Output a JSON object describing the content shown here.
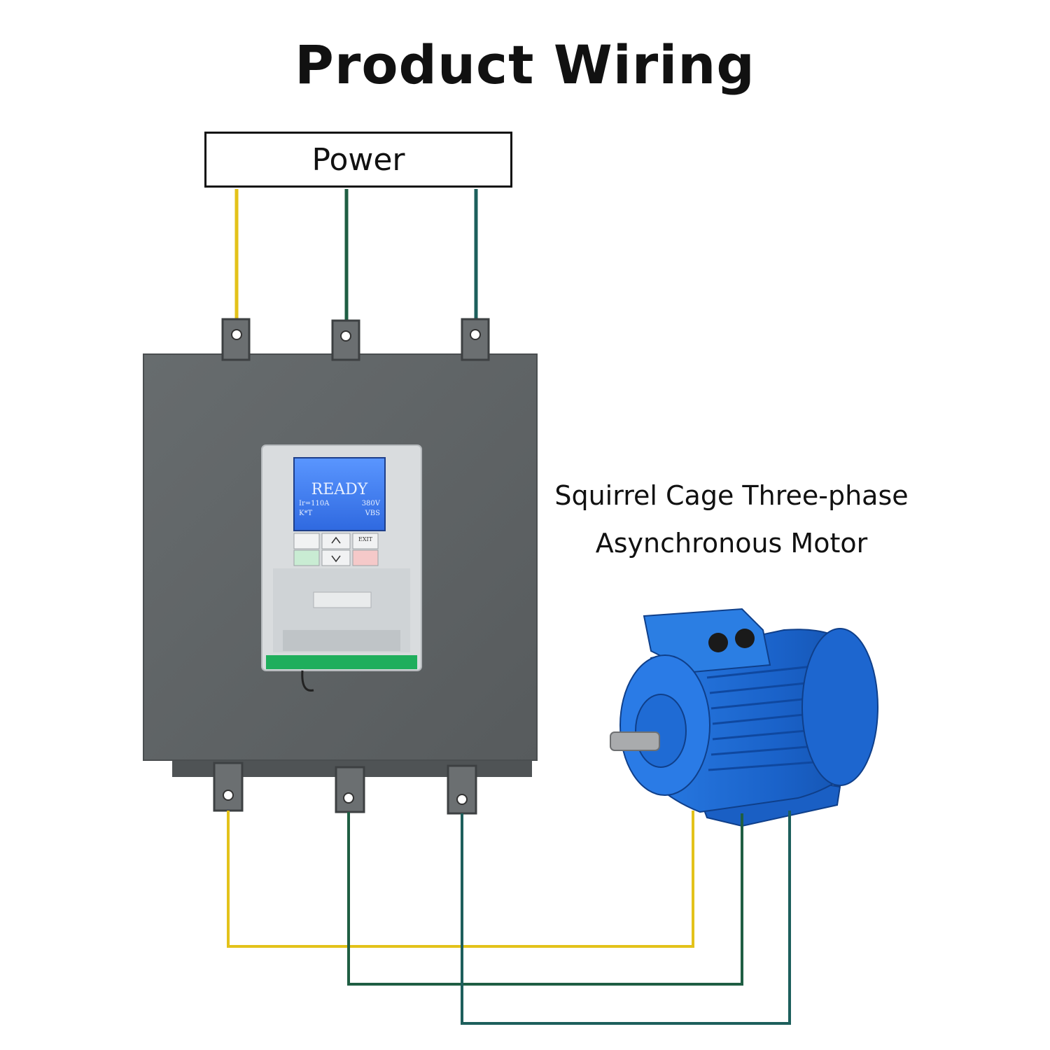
{
  "title": "Product Wiring",
  "power": {
    "label": "Power"
  },
  "motor": {
    "label_line1": "Squirrel Cage Three-phase",
    "label_line2": "Asynchronous Motor"
  },
  "soft_starter": {
    "screen_status": "READY",
    "screen_line1_left": "Ir=110A",
    "screen_line1_right": "380V",
    "screen_line2_left": "K*T",
    "screen_line2_right": "VBS",
    "keypad_key_exit": "EXIT"
  },
  "colors": {
    "wire_yellow": "#e3c21a",
    "wire_dark_green": "#1f5e43",
    "wire_teal": "#1d5f5c",
    "cabinet": "#5f6466",
    "terminal": "#6b6f71",
    "controller_body": "#d9dcde",
    "screen": "#3f7cf2",
    "motor_blue": "#1f6fd6"
  }
}
